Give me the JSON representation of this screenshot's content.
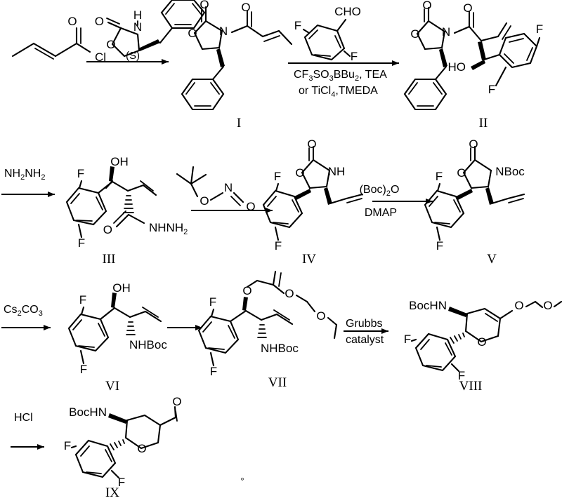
{
  "document": {
    "type": "chemical-synthesis-scheme",
    "title": "Multi-step synthesis scheme",
    "rows": 4
  },
  "compound_labels": {
    "I": "I",
    "II": "II",
    "III": "III",
    "IV": "IV",
    "V": "V",
    "VI": "VI",
    "VII": "VII",
    "VIII": "VIII",
    "IX": "IX"
  },
  "reagents": {
    "step1_above": "",
    "step2_line1": "CF",
    "step2_boron": "CF3SO3BBu2, TEA",
    "step2_titanium": "or TiCl4,TMEDA",
    "step3": "NH2NH2",
    "step5_line1": "(Boc)2O",
    "step5_line2": "DMAP",
    "step6": "Cs2CO3",
    "step8_line1": "Grubbs",
    "step8_line2": "catalyst",
    "step9": "HCl"
  },
  "reagent_parts": {
    "cf3": {
      "a": "CF",
      "sub1": "3",
      "b": "SO",
      "sub2": "3",
      "c": "BBu",
      "sub3": "2",
      "d": ", TEA"
    },
    "ticl4": {
      "a": "or TiCl",
      "sub1": "4",
      "b": ",TMEDA"
    },
    "nh2nh2": {
      "a": "NH",
      "sub1": "2",
      "b": "NH",
      "sub2": "2"
    },
    "boc2o": {
      "a": "(Boc)",
      "sub1": "2",
      "b": "O"
    },
    "dmap": {
      "a": "DMAP"
    },
    "cs2co3": {
      "a": "Cs",
      "sub1": "2",
      "b": "CO",
      "sub2": "3"
    },
    "grubbs1": {
      "a": "Grubbs"
    },
    "grubbs2": {
      "a": "catalyst"
    },
    "hcl": {
      "a": "HCl"
    }
  },
  "atom_labels": {
    "O": "O",
    "N": "N",
    "H": "H",
    "NH": "NH",
    "Cl": "Cl",
    "F": "F",
    "OH": "OH",
    "HO": "HO",
    "CHO": "CHO",
    "NBoc": "NBoc",
    "NHBoc": "NHBoc",
    "BocHN": "BocHN",
    "Boc": "Boc",
    "stereo_S": "(S)",
    "NHNH2_a": "NHNH",
    "NHNH2_sub": "2",
    "N_nitrite": "N",
    "artifact": "°"
  },
  "colors": {
    "ink": "#000000",
    "background": "#ffffff"
  }
}
